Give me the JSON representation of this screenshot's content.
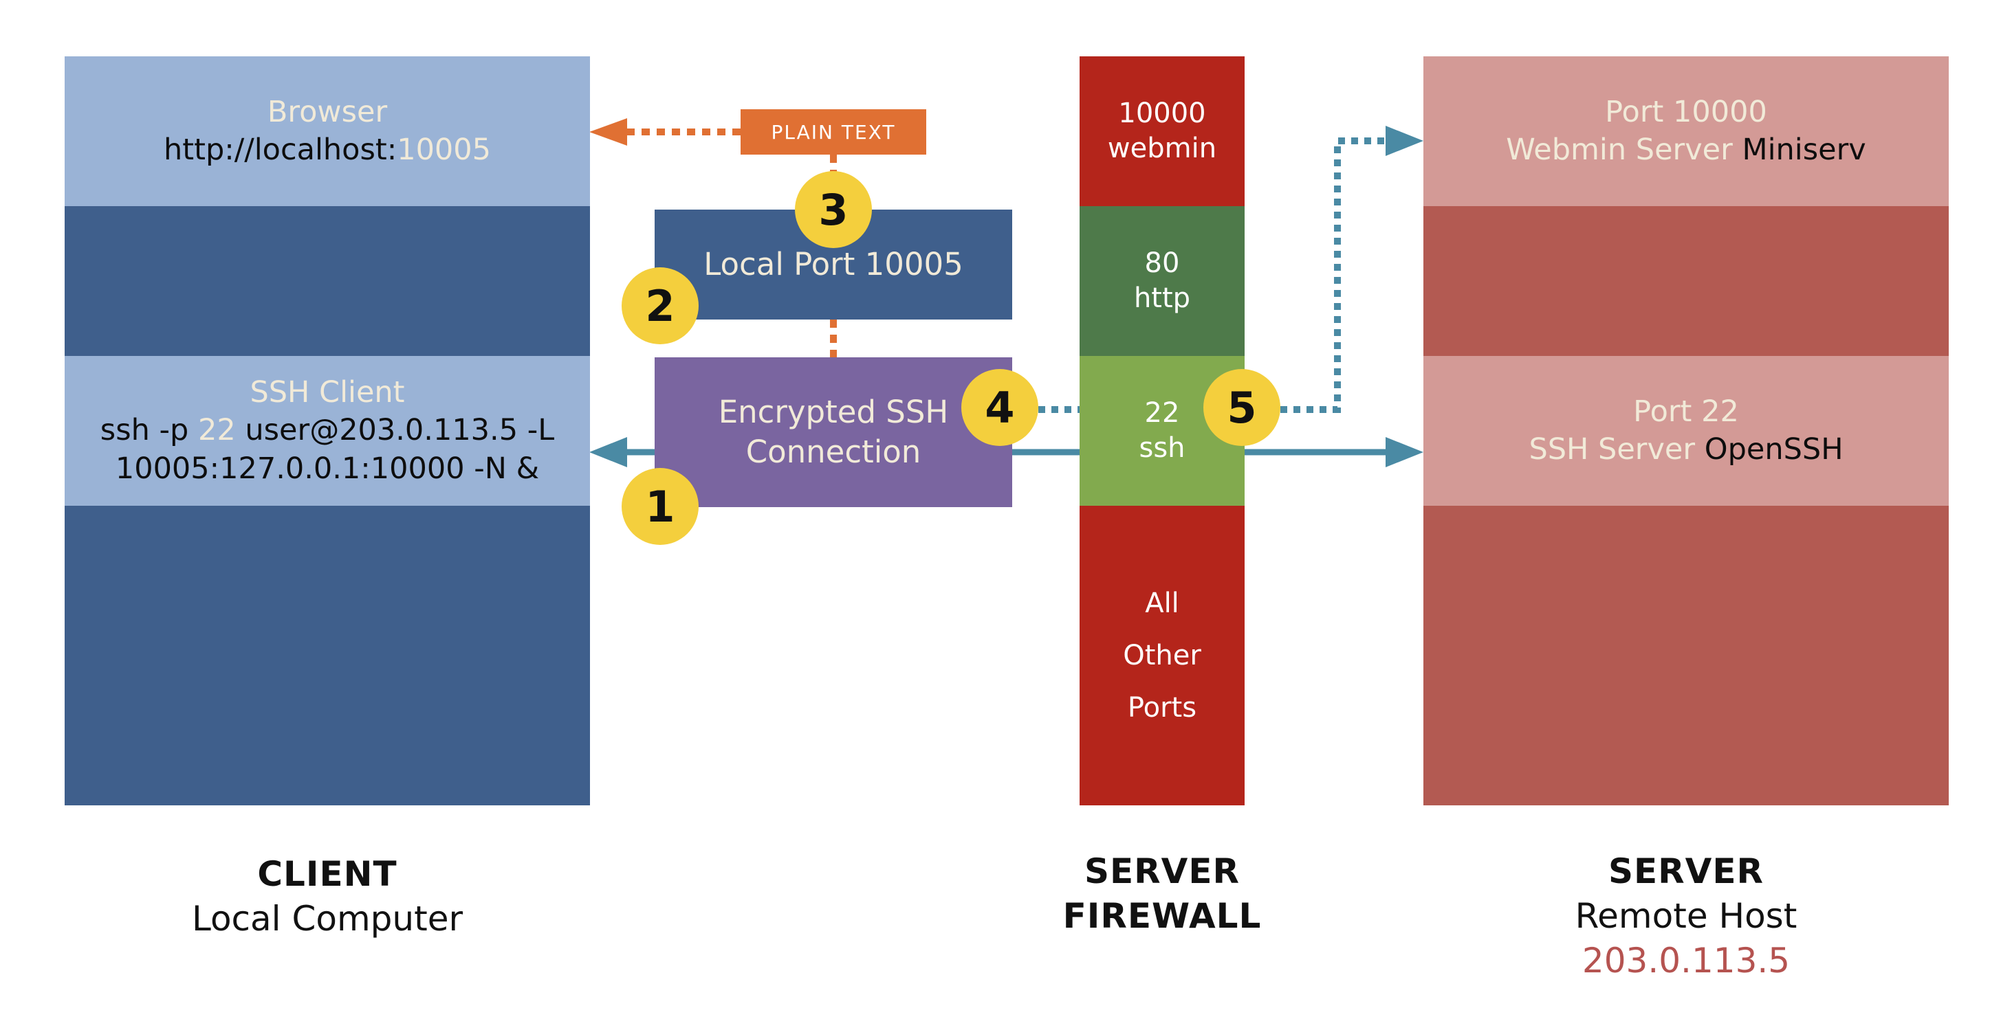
{
  "client": {
    "browser_title": "Browser",
    "browser_url_prefix": "http://localhost:",
    "browser_url_port": "10005",
    "ssh_client_title": "SSH Client",
    "cmd_prefix": "ssh -p ",
    "cmd_port": "22",
    "cmd_rest": " user@203.0.113.5 -L",
    "cmd_line2": "10005:127.0.0.1:10000 -N &"
  },
  "tunnel": {
    "local_port": "Local Port 10005",
    "encrypted_line1": "Encrypted SSH",
    "encrypted_line2": "Connection",
    "plain_text": "PLAIN TEXT"
  },
  "firewall": {
    "ports": [
      {
        "number": "10000",
        "name": "webmin",
        "color": "#b4251b"
      },
      {
        "number": "80",
        "name": "http",
        "color": "#4e7a4a"
      },
      {
        "number": "22",
        "name": "ssh",
        "color": "#82aa4e"
      },
      {
        "lines": [
          "All",
          "Other",
          "Ports"
        ],
        "color": "#b4251b"
      }
    ]
  },
  "server": {
    "webmin_line1": "Port 10000",
    "webmin_label": "Webmin Server ",
    "webmin_name": "Miniserv",
    "ssh_line1": "Port 22",
    "ssh_label": "SSH Server ",
    "ssh_name": "OpenSSH"
  },
  "steps": [
    "1",
    "2",
    "3",
    "4",
    "5"
  ],
  "captions": {
    "client": {
      "title": "CLIENT",
      "subtitle": "Local Computer"
    },
    "firewall": {
      "line1": "SERVER",
      "line2": "FIREWALL"
    },
    "server": {
      "title": "SERVER",
      "subtitle": "Remote Host",
      "ip": "203.0.113.5"
    }
  },
  "colors": {
    "client_light": "#9ab3d6",
    "client_dark": "#3f5f8c",
    "server_light": "#d39a96",
    "server_dark": "#b35a52",
    "encrypted": "#7a65a0",
    "plain_text": "#e07033",
    "arrow": "#4a8aa4",
    "badge": "#f4cf3d"
  }
}
